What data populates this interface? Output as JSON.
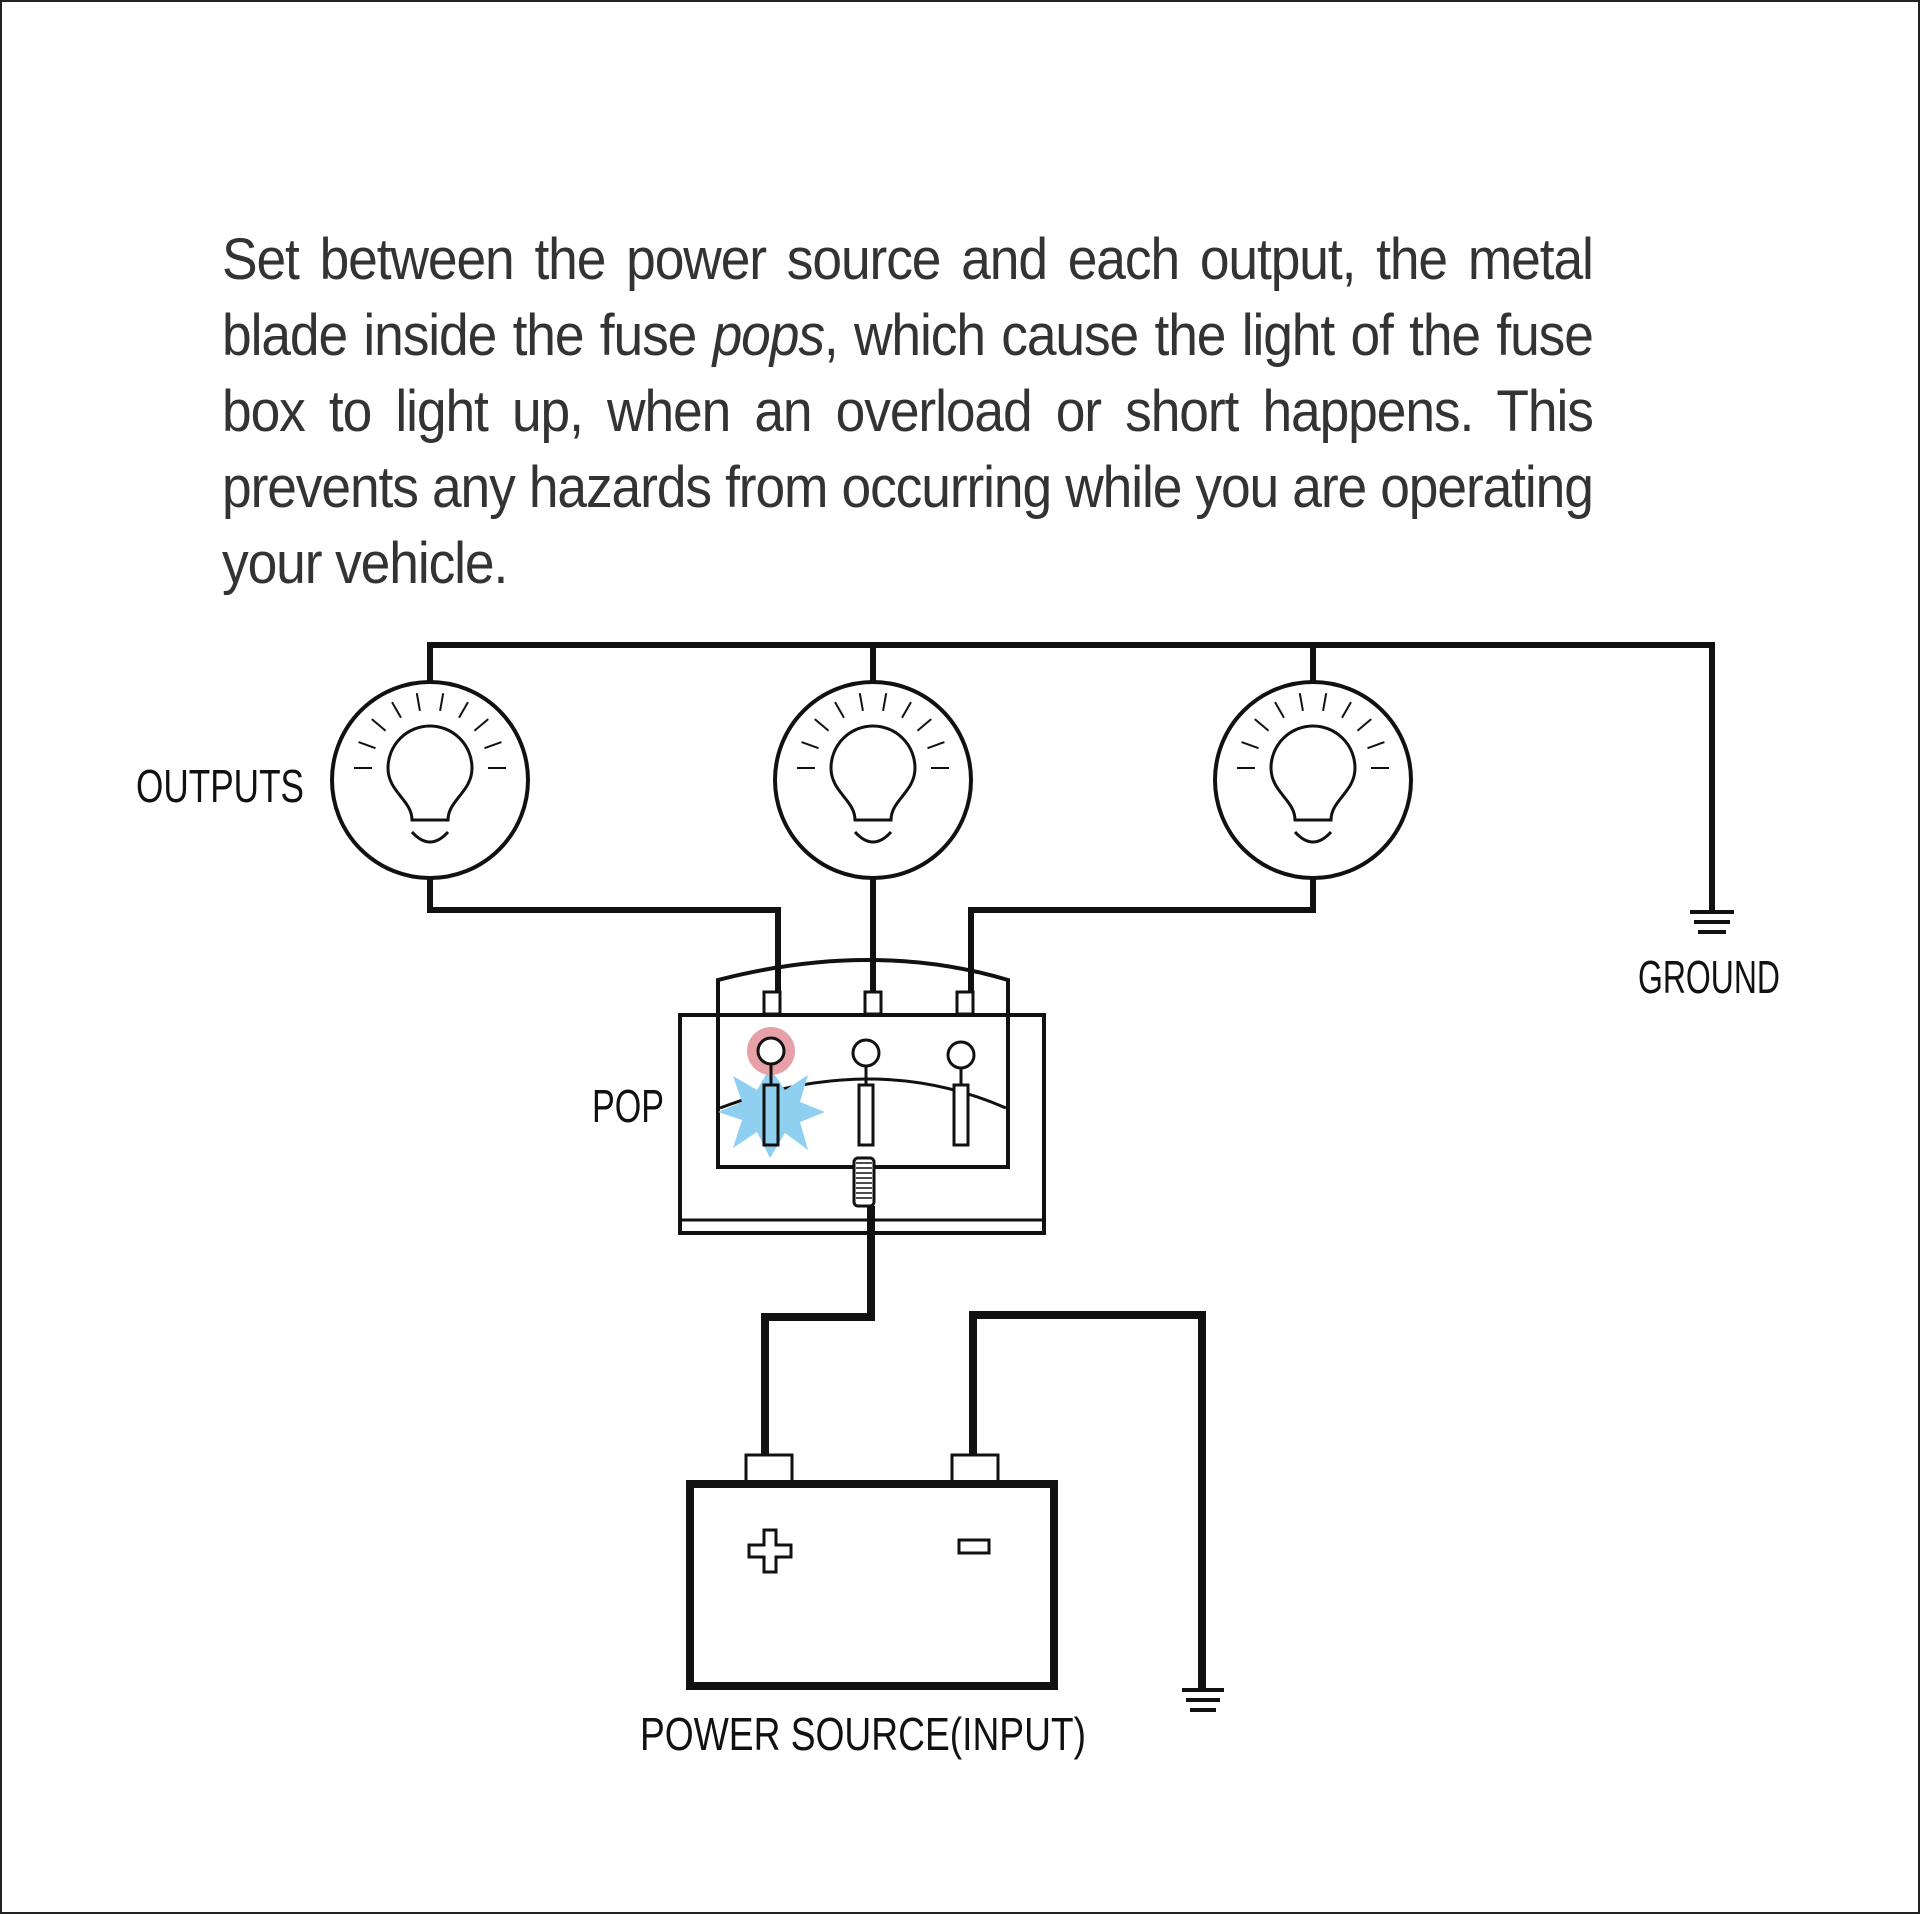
{
  "description": {
    "before": "Set between the power source and each output, the metal blade inside the fuse ",
    "emphasis": "pops",
    "after": ", which cause the light of the fuse box to light up, when an overload or short happens. This prevents any hazards from occurring while you are operating your vehicle."
  },
  "labels": {
    "outputs": "OUTPUTS",
    "ground": "GROUND",
    "pop": "POP",
    "power_source": "POWER SOURCE(INPUT)"
  },
  "symbols": {
    "positive": "+",
    "negative": "−"
  },
  "colors": {
    "wire": "#111111",
    "blown_indicator": "#e8a0a8",
    "pop_flash": "#8fd0f0"
  },
  "icons": [
    "bulb-icon",
    "ground-icon",
    "battery-icon",
    "fuse-box-icon"
  ]
}
